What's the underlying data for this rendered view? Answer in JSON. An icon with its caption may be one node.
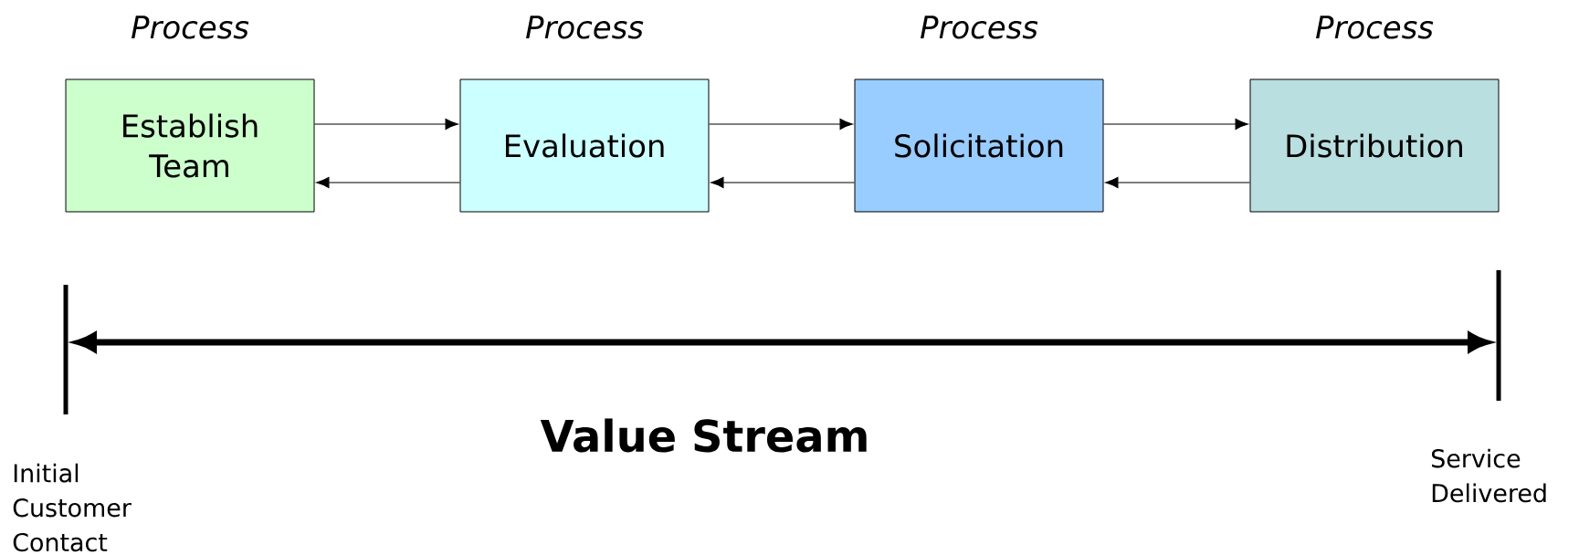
{
  "diagram": {
    "nodes": [
      {
        "text": [
          "Process",
          "Establish Team"
        ]
      },
      {
        "text": [
          "Process",
          "Evaluation"
        ]
      },
      {
        "text": [
          "Process",
          "Solicitation"
        ]
      },
      {
        "text": [
          "Process",
          "Distribution"
        ]
      }
    ],
    "edges": [
      {
        "from": 0,
        "to": 1,
        "arrow": "to"
      },
      {
        "from": 1,
        "to": 0,
        "arrow": "to"
      },
      {
        "from": 1,
        "to": 2,
        "arrow": "to"
      },
      {
        "from": 2,
        "to": 1,
        "arrow": "to"
      },
      {
        "from": 2,
        "to": 3,
        "arrow": "to"
      },
      {
        "from": 3,
        "to": 2,
        "arrow": "to"
      }
    ],
    "labels": [
      "Value Stream",
      "Initial Customer Contact",
      "Service Delivered"
    ]
  }
}
